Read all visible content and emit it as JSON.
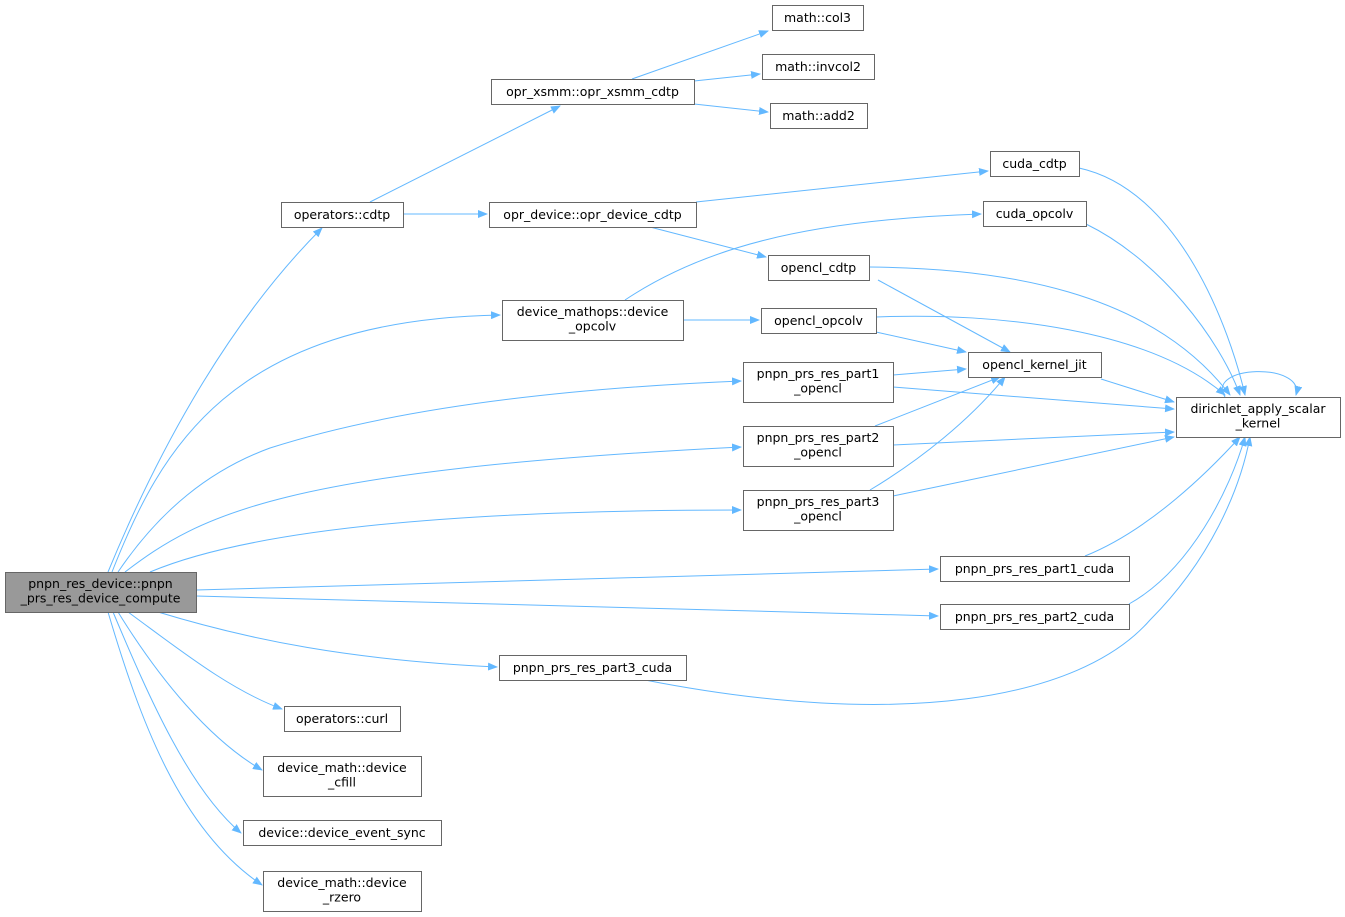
{
  "graph": {
    "type": "call-graph",
    "edge_color": "#63b8ff",
    "root_fill": "#999999",
    "nodes": {
      "main": [
        "pnpn_res_device::pnpn",
        "_prs_res_device_compute"
      ],
      "cdtp": [
        "operators::cdtp"
      ],
      "xsmm": [
        "opr_xsmm::opr_xsmm_cdtp"
      ],
      "col3": [
        "math::col3"
      ],
      "invcol2": [
        "math::invcol2"
      ],
      "add2": [
        "math::add2"
      ],
      "oprdev": [
        "opr_device::opr_device_cdtp"
      ],
      "cuda_cdtp": [
        "cuda_cdtp"
      ],
      "cuda_opcolv": [
        "cuda_opcolv"
      ],
      "opencl_cdtp": [
        "opencl_cdtp"
      ],
      "dev_opcolv": [
        "device_mathops::device",
        "_opcolv"
      ],
      "opencl_opcolv": [
        "opencl_opcolv"
      ],
      "jit": [
        "opencl_kernel_jit"
      ],
      "dirichlet": [
        "dirichlet_apply_scalar",
        "_kernel"
      ],
      "p1o": [
        "pnpn_prs_res_part1",
        "_opencl"
      ],
      "p2o": [
        "pnpn_prs_res_part2",
        "_opencl"
      ],
      "p3o": [
        "pnpn_prs_res_part3",
        "_opencl"
      ],
      "p1c": [
        "pnpn_prs_res_part1_cuda"
      ],
      "p2c": [
        "pnpn_prs_res_part2_cuda"
      ],
      "p3c": [
        "pnpn_prs_res_part3_cuda"
      ],
      "curl": [
        "operators::curl"
      ],
      "cfill": [
        "device_math::device",
        "_cfill"
      ],
      "sync": [
        "device::device_event_sync"
      ],
      "rzero": [
        "device_math::device",
        "_rzero"
      ]
    },
    "edges": [
      [
        "main",
        "cdtp"
      ],
      [
        "main",
        "dev_opcolv"
      ],
      [
        "main",
        "p1o"
      ],
      [
        "main",
        "p2o"
      ],
      [
        "main",
        "p3o"
      ],
      [
        "main",
        "p1c"
      ],
      [
        "main",
        "p2c"
      ],
      [
        "main",
        "p3c"
      ],
      [
        "main",
        "curl"
      ],
      [
        "main",
        "cfill"
      ],
      [
        "main",
        "sync"
      ],
      [
        "main",
        "rzero"
      ],
      [
        "cdtp",
        "xsmm"
      ],
      [
        "cdtp",
        "oprdev"
      ],
      [
        "xsmm",
        "col3"
      ],
      [
        "xsmm",
        "invcol2"
      ],
      [
        "xsmm",
        "add2"
      ],
      [
        "oprdev",
        "cuda_cdtp"
      ],
      [
        "oprdev",
        "opencl_cdtp"
      ],
      [
        "dev_opcolv",
        "cuda_opcolv"
      ],
      [
        "dev_opcolv",
        "opencl_opcolv"
      ],
      [
        "opencl_cdtp",
        "jit"
      ],
      [
        "opencl_cdtp",
        "dirichlet"
      ],
      [
        "opencl_opcolv",
        "jit"
      ],
      [
        "opencl_opcolv",
        "dirichlet"
      ],
      [
        "cuda_cdtp",
        "dirichlet"
      ],
      [
        "cuda_opcolv",
        "dirichlet"
      ],
      [
        "p1o",
        "jit"
      ],
      [
        "p1o",
        "dirichlet"
      ],
      [
        "p2o",
        "jit"
      ],
      [
        "p2o",
        "dirichlet"
      ],
      [
        "p3o",
        "jit"
      ],
      [
        "p3o",
        "dirichlet"
      ],
      [
        "jit",
        "dirichlet"
      ],
      [
        "p1c",
        "dirichlet"
      ],
      [
        "p2c",
        "dirichlet"
      ],
      [
        "p3c",
        "dirichlet"
      ],
      [
        "dirichlet",
        "dirichlet"
      ]
    ]
  }
}
